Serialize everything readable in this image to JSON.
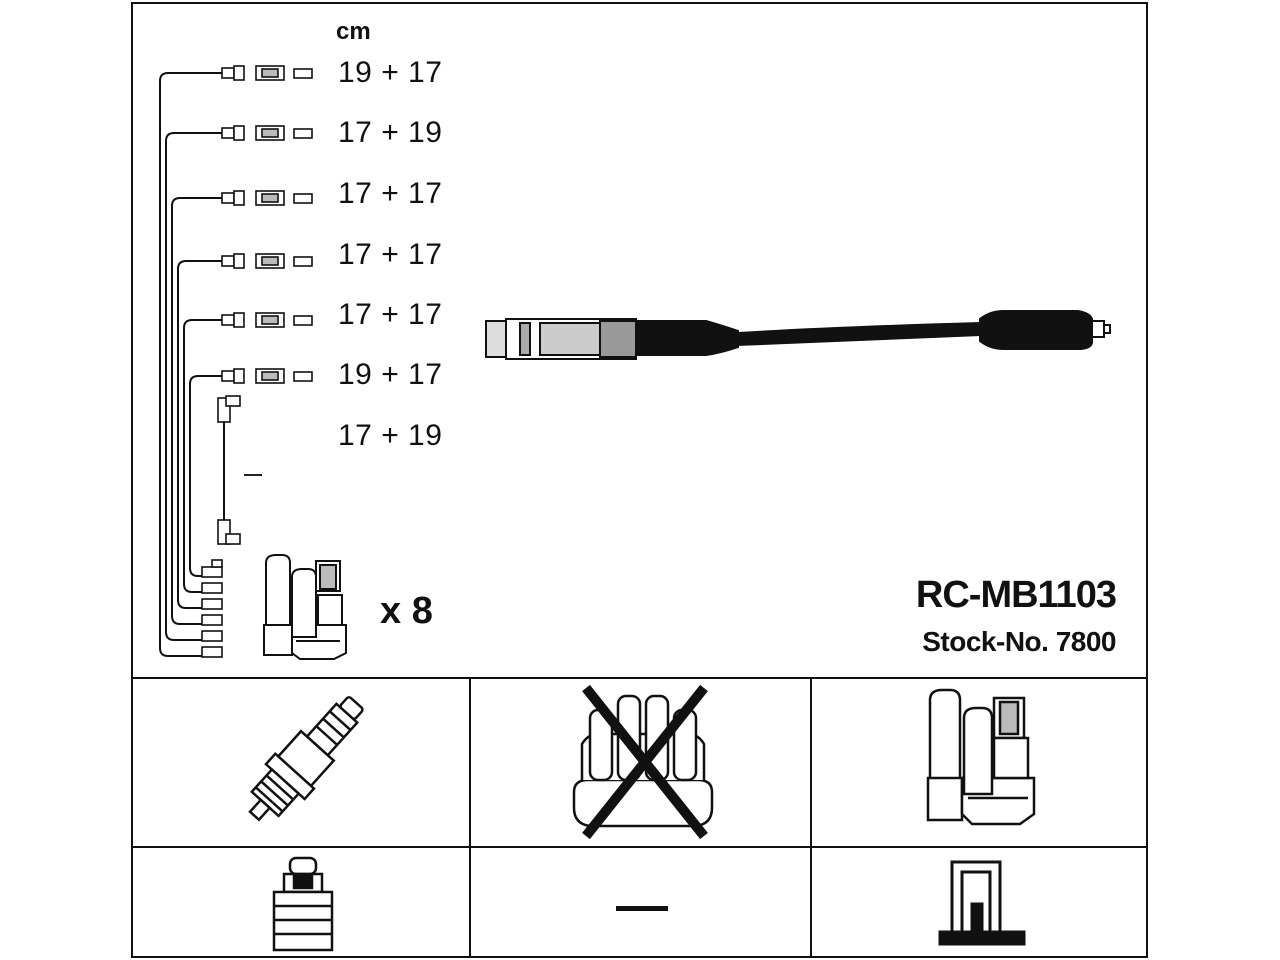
{
  "diagram": {
    "unit_label": "cm",
    "lead_lengths": [
      "19 + 17",
      "17 + 19",
      "17 + 17",
      "17 + 17",
      "17 + 17",
      "19 + 17",
      "17 + 19"
    ],
    "quantity_label": "x 8",
    "part_number": "RC-MB1103",
    "stock_number": "Stock-No. 7800"
  },
  "compatibility": {
    "spark_plug": {
      "icon": "spark-plug-icon"
    },
    "distributor_cap": {
      "icon": "distributor-cap-icon",
      "status": "not applicable (crossed out)"
    },
    "ignition_coil": {
      "icon": "ignition-coil-icon"
    },
    "plug_connector": {
      "icon": "spark-plug-terminal-icon"
    },
    "cap_connector": {
      "icon": "dash-icon"
    },
    "coil_connector": {
      "icon": "coil-tower-connector-icon"
    }
  }
}
